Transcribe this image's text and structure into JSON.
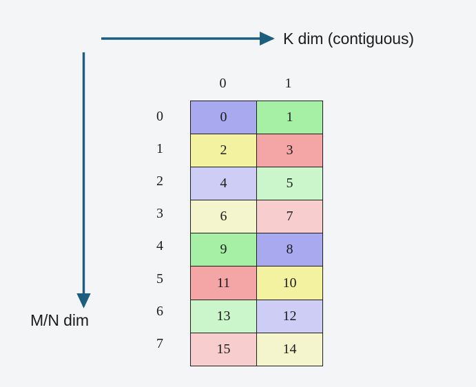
{
  "background_color": "#f4f5f6",
  "axes": {
    "horizontal": {
      "label": "K dim (contiguous)",
      "arrow_color": "#1d5d7d",
      "direction": "right"
    },
    "vertical": {
      "label": "M/N dim",
      "arrow_color": "#1d5d7d",
      "direction": "down"
    }
  },
  "grid": {
    "border_color": "#1c1c1c",
    "column_headers": [
      "0",
      "1"
    ],
    "row_headers": [
      "0",
      "1",
      "2",
      "3",
      "4",
      "5",
      "6",
      "7"
    ],
    "palette": {
      "blue_strong": "#a9a9f0",
      "blue_light": "#cdcdf5",
      "green_strong": "#a5f0a5",
      "green_light": "#cbf5cb",
      "yellow_strong": "#f2f2a0",
      "yellow_light": "#f5f5cd",
      "red_strong": "#f4a5a5",
      "red_light": "#f7cdcd"
    },
    "rows": [
      {
        "row_label": "0",
        "cells": [
          {
            "value": "0",
            "color": "#a9a9f0"
          },
          {
            "value": "1",
            "color": "#a5f0a5"
          }
        ]
      },
      {
        "row_label": "1",
        "cells": [
          {
            "value": "2",
            "color": "#f2f2a0"
          },
          {
            "value": "3",
            "color": "#f4a5a5"
          }
        ]
      },
      {
        "row_label": "2",
        "cells": [
          {
            "value": "4",
            "color": "#cdcdf5"
          },
          {
            "value": "5",
            "color": "#cbf5cb"
          }
        ]
      },
      {
        "row_label": "3",
        "cells": [
          {
            "value": "6",
            "color": "#f5f5cd"
          },
          {
            "value": "7",
            "color": "#f7cdcd"
          }
        ]
      },
      {
        "row_label": "4",
        "cells": [
          {
            "value": "9",
            "color": "#a5f0a5"
          },
          {
            "value": "8",
            "color": "#a9a9f0"
          }
        ]
      },
      {
        "row_label": "5",
        "cells": [
          {
            "value": "11",
            "color": "#f4a5a5"
          },
          {
            "value": "10",
            "color": "#f2f2a0"
          }
        ]
      },
      {
        "row_label": "6",
        "cells": [
          {
            "value": "13",
            "color": "#cbf5cb"
          },
          {
            "value": "12",
            "color": "#cdcdf5"
          }
        ]
      },
      {
        "row_label": "7",
        "cells": [
          {
            "value": "15",
            "color": "#f7cdcd"
          },
          {
            "value": "14",
            "color": "#f5f5cd"
          }
        ]
      }
    ]
  }
}
